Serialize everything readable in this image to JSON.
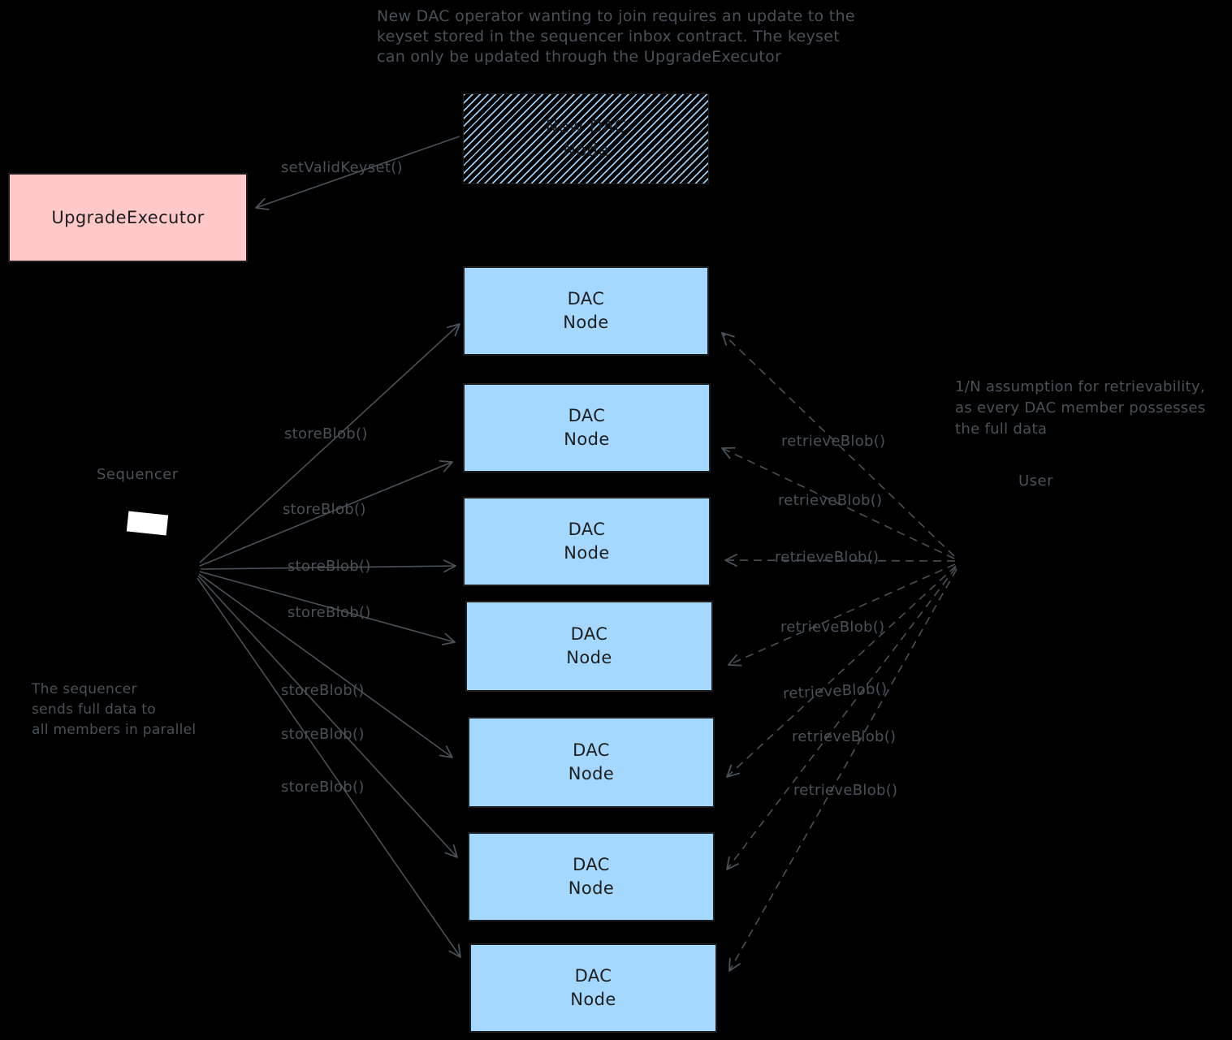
{
  "colors": {
    "background": "#000000",
    "dac_node_fill": "#a5d8ff",
    "upgrade_executor_fill": "#ffc9c9",
    "box_stroke": "#1e1e1e",
    "annotation": "#4a5158",
    "sequencer_marker": "#ffffff"
  },
  "notes": {
    "top": "New DAC operator wanting to join requires an update to the\nkeyset stored in the sequencer inbox contract. The keyset\ncan only be updated through the UpgradeExecutor",
    "left": "The sequencer\nsends full data to\nall members in parallel",
    "right": "1/N assumption for retrievability,\nas every DAC member possesses\nthe full data"
  },
  "actors": {
    "sequencer": "Sequencer",
    "user": "User"
  },
  "nodes": {
    "upgrade_executor": "UpgradeExecutor",
    "new_dac_node": "New DAC\nNode",
    "dac_nodes": [
      "DAC\nNode",
      "DAC\nNode",
      "DAC\nNode",
      "DAC\nNode",
      "DAC\nNode",
      "DAC\nNode",
      "DAC\nNode"
    ]
  },
  "edge_labels": {
    "set_valid_keyset": "setValidKeyset()",
    "store": [
      "storeBlob()",
      "storeBlob()",
      "storeBlob()",
      "storeBlob()",
      "storeBlob()",
      "storeBlob()",
      "storeBlob()"
    ],
    "retrieve": [
      "retrieveBlob()",
      "retrieveBlob()",
      "retrieveBlob()",
      "retrieveBlob()",
      "retrieveBlob()",
      "retrieveBlob()",
      "retrieveBlob()"
    ]
  }
}
